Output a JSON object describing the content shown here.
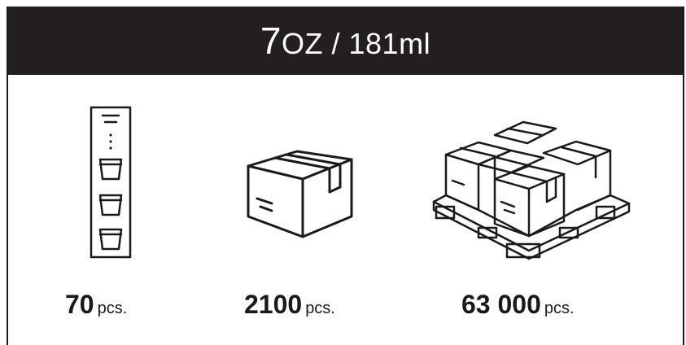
{
  "header": {
    "size_oz_num": "7",
    "size_oz_unit": "OZ",
    "separator": " / ",
    "size_ml": "181ml"
  },
  "packages": [
    {
      "icon": "cup-sleeve-icon",
      "count": "70",
      "unit": "pcs."
    },
    {
      "icon": "carton-box-icon",
      "count": "2100",
      "unit": "pcs."
    },
    {
      "icon": "pallet-boxes-icon",
      "count": "63 000",
      "unit": "pcs."
    }
  ],
  "colors": {
    "header_bg": "#231f20",
    "header_text": "#ffffff",
    "ink": "#1a1a1a"
  }
}
